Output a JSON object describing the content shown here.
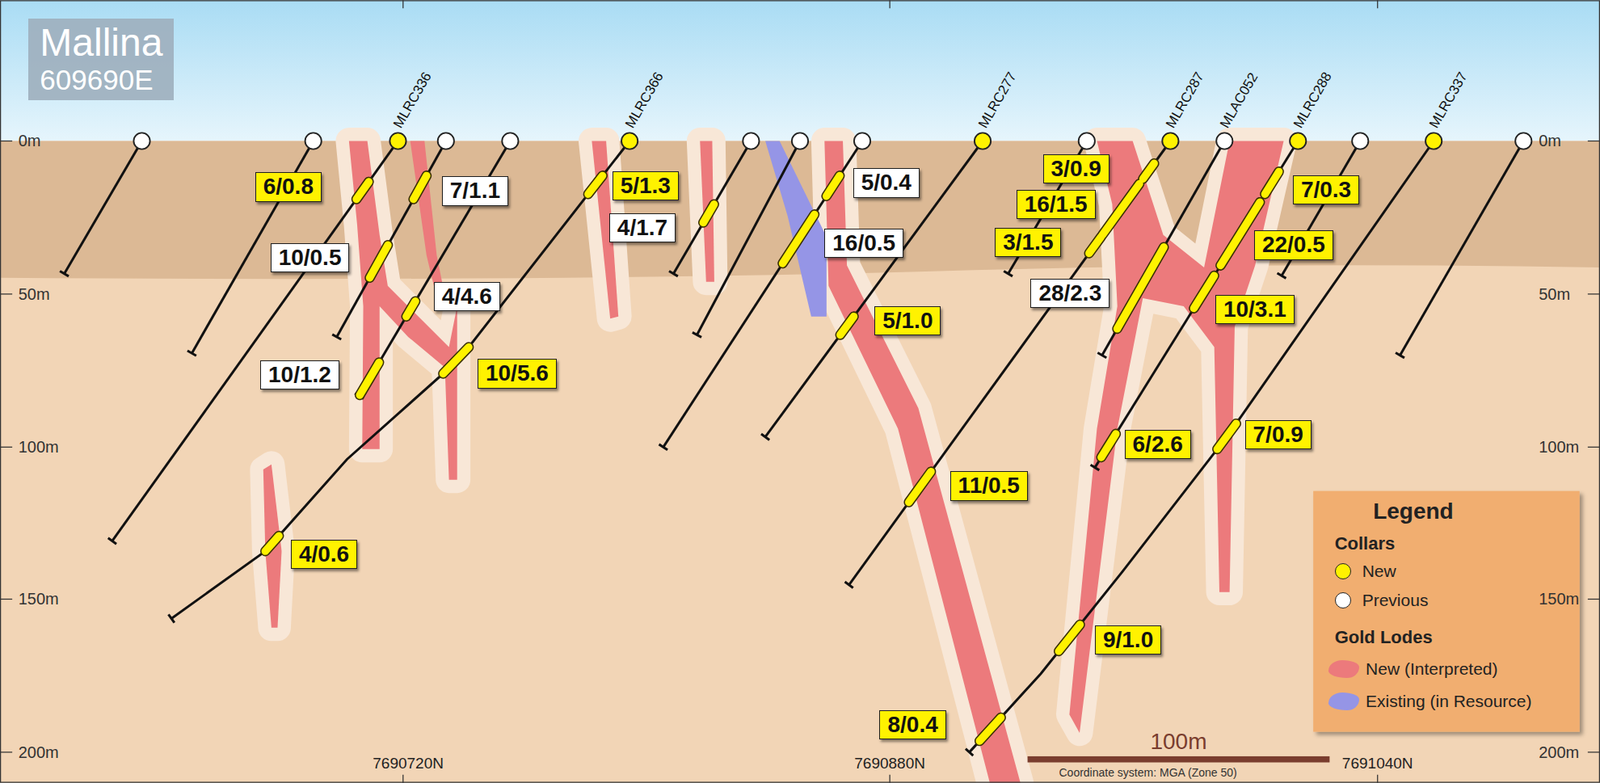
{
  "diagram": {
    "nodes": [
      {
        "text": [
          "Mallina",
          "609690E"
        ]
      },
      {
        "text": [
          "3/0.9"
        ]
      },
      {
        "text": [
          "5/0.4"
        ]
      },
      {
        "text": [
          "5/1.3"
        ]
      },
      {
        "text": [
          "6/0.8"
        ]
      },
      {
        "text": [
          "7/0.3"
        ]
      },
      {
        "text": [
          "7/1.1"
        ]
      },
      {
        "text": [
          "16/1.5"
        ]
      },
      {
        "text": [
          "4/1.7"
        ]
      },
      {
        "text": [
          "3/1.5"
        ]
      },
      {
        "text": [
          "16/0.5"
        ]
      },
      {
        "text": [
          "22/0.5"
        ]
      },
      {
        "text": [
          "10/0.5"
        ]
      },
      {
        "text": [
          "28/2.3"
        ]
      },
      {
        "text": [
          "4/4.6"
        ]
      },
      {
        "text": [
          "10/3.1"
        ]
      },
      {
        "text": [
          "5/1.0"
        ]
      },
      {
        "text": [
          "10/1.2"
        ]
      },
      {
        "text": [
          "10/5.6"
        ]
      },
      {
        "text": [
          "7/0.9"
        ]
      },
      {
        "text": [
          "6/2.6"
        ]
      },
      {
        "text": [
          "11/0.5"
        ]
      },
      {
        "text": [
          "4/0.6"
        ]
      },
      {
        "text": [
          "9/1.0"
        ]
      },
      {
        "text": [
          "8/0.4"
        ]
      }
    ],
    "labels": [
      "MLRC336",
      "MLRC366",
      "MLRC277",
      "MLRC287",
      "MLAC052",
      "MLRC288",
      "MLRC337",
      "0m",
      "50m",
      "100m",
      "150m",
      "200m",
      "0m",
      "50m",
      "100m",
      "150m",
      "200m",
      "7690720N",
      "7690880N",
      "7691040N",
      "100m",
      "Coordinate system: MGA (Zone 50)",
      "Legend",
      "Collars",
      "Gold Lodes"
    ],
    "legend": [
      {
        "text": "New",
        "color": "#fff200"
      },
      {
        "text": "Previous",
        "color": "#ffffff"
      },
      {
        "text": "New (Interpreted)",
        "color": "#ec7a7c"
      },
      {
        "text": "Existing (in Resource)",
        "color": "#9595e6"
      }
    ]
  }
}
